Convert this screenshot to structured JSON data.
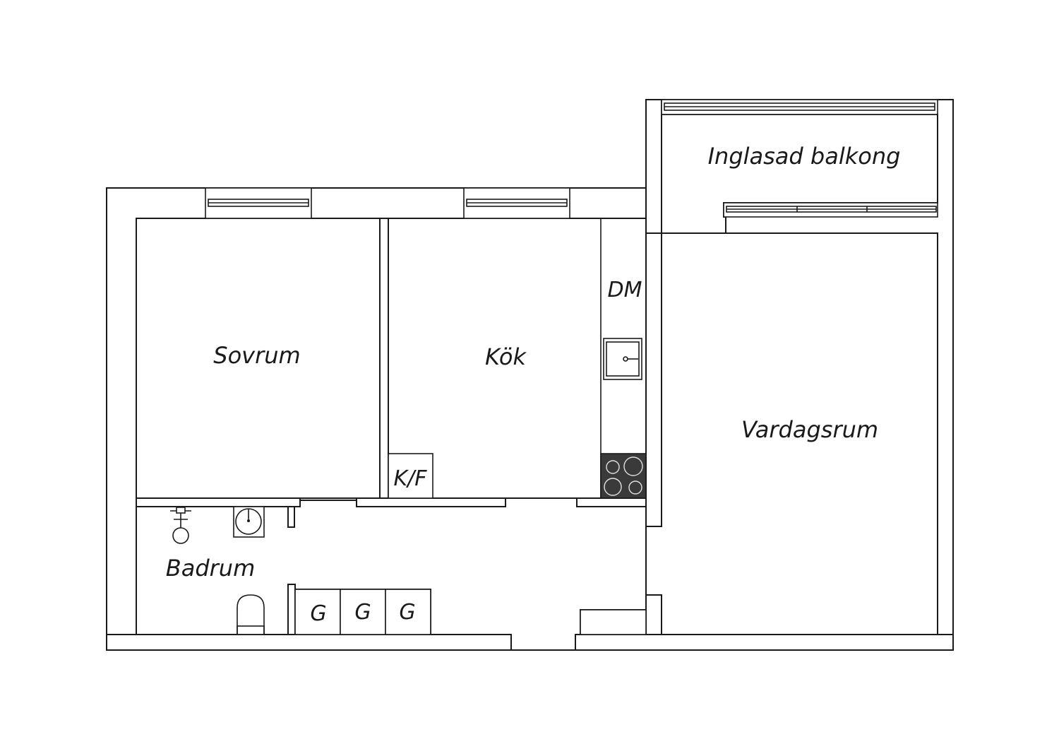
{
  "rooms": {
    "sovrum": "Sovrum",
    "kok": "Kök",
    "vardagsrum": "Vardagsrum",
    "balkong": "Inglasad balkong",
    "badrum": "Badrum"
  },
  "fixtures": {
    "dishwasher": "DM",
    "fridge_freezer": "K/F",
    "wardrobe_1": "G",
    "wardrobe_2": "G",
    "wardrobe_3": "G"
  },
  "colors": {
    "line": "#1a1a1a",
    "stove": "#3a3a3a",
    "background": "#ffffff"
  }
}
